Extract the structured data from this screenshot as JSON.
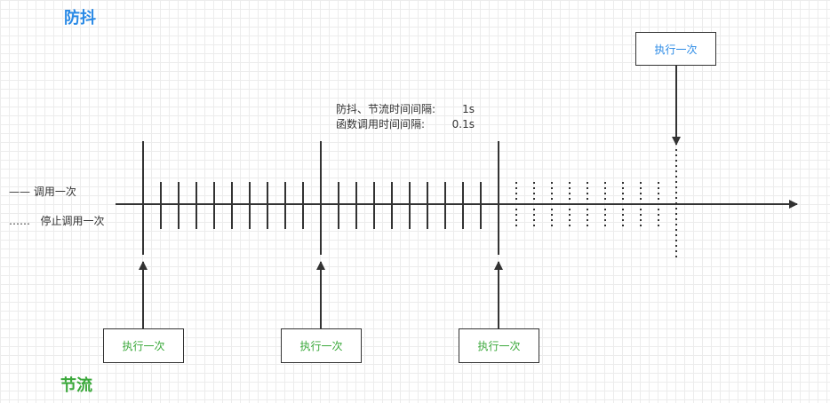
{
  "titles": {
    "debounce": "防抖",
    "throttle": "节流"
  },
  "legend": {
    "call": "—— 调用一次",
    "stop": "……   停止调用一次"
  },
  "info": {
    "line1_label": "防抖、节流时间间隔:",
    "line1_value": "1s",
    "line2_label": "函数调用时间间隔:",
    "line2_value": "0.1s"
  },
  "boxes": {
    "debounce_exec": "执行一次",
    "throttle_exec_1": "执行一次",
    "throttle_exec_2": "执行一次",
    "throttle_exec_3": "执行一次"
  },
  "colors": {
    "debounce": "#2a8ae6",
    "throttle": "#3aa83a",
    "line": "#333333"
  }
}
